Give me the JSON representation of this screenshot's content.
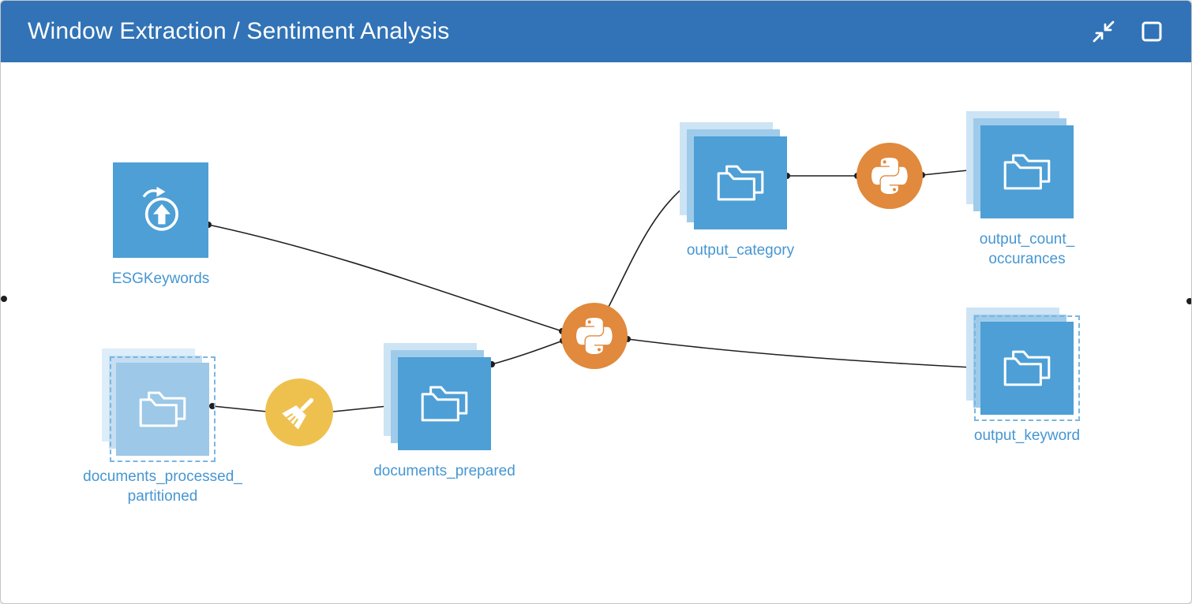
{
  "window": {
    "title": "Window Extraction / Sentiment Analysis",
    "controls": [
      {
        "name": "collapse",
        "icon": "shrink-arrows-icon"
      },
      {
        "name": "maximize",
        "icon": "square-outline-icon"
      }
    ]
  },
  "colors": {
    "titlebar": "#3173b6",
    "dataset_blue": "#4d9fd6",
    "dataset_faded": "#9dc8e7",
    "stack_mid": "#9fcbea",
    "stack_light": "#cde4f5",
    "python_orange": "#e1893c",
    "clean_yellow": "#eec14f",
    "label_blue": "#4696d2",
    "edge": "#1f1f1f"
  },
  "nodes": [
    {
      "id": "ESGKeywords",
      "type": "uploaded-dataset",
      "label": "ESGKeywords"
    },
    {
      "id": "documents_processed_partitioned",
      "type": "folder-dataset-partitioned",
      "label": "documents_processed_",
      "label2": "partitioned"
    },
    {
      "id": "clean_recipe",
      "type": "prepare-recipe"
    },
    {
      "id": "documents_prepared",
      "type": "folder-dataset",
      "label": "documents_prepared"
    },
    {
      "id": "python_recipe_1",
      "type": "python-recipe"
    },
    {
      "id": "output_category",
      "type": "folder-dataset",
      "label": "output_category"
    },
    {
      "id": "python_recipe_2",
      "type": "python-recipe"
    },
    {
      "id": "output_count_occurances",
      "type": "folder-dataset",
      "label": "output_count_",
      "label2": "occurances"
    },
    {
      "id": "output_keyword",
      "type": "folder-dataset-partitioned",
      "label": "output_keyword"
    }
  ],
  "edges": [
    {
      "from": "ESGKeywords",
      "to": "python_recipe_1"
    },
    {
      "from": "documents_processed_partitioned",
      "to": "clean_recipe"
    },
    {
      "from": "clean_recipe",
      "to": "documents_prepared"
    },
    {
      "from": "documents_prepared",
      "to": "python_recipe_1"
    },
    {
      "from": "python_recipe_1",
      "to": "output_category"
    },
    {
      "from": "python_recipe_1",
      "to": "output_keyword"
    },
    {
      "from": "output_category",
      "to": "python_recipe_2"
    },
    {
      "from": "python_recipe_2",
      "to": "output_count_occurances"
    }
  ]
}
